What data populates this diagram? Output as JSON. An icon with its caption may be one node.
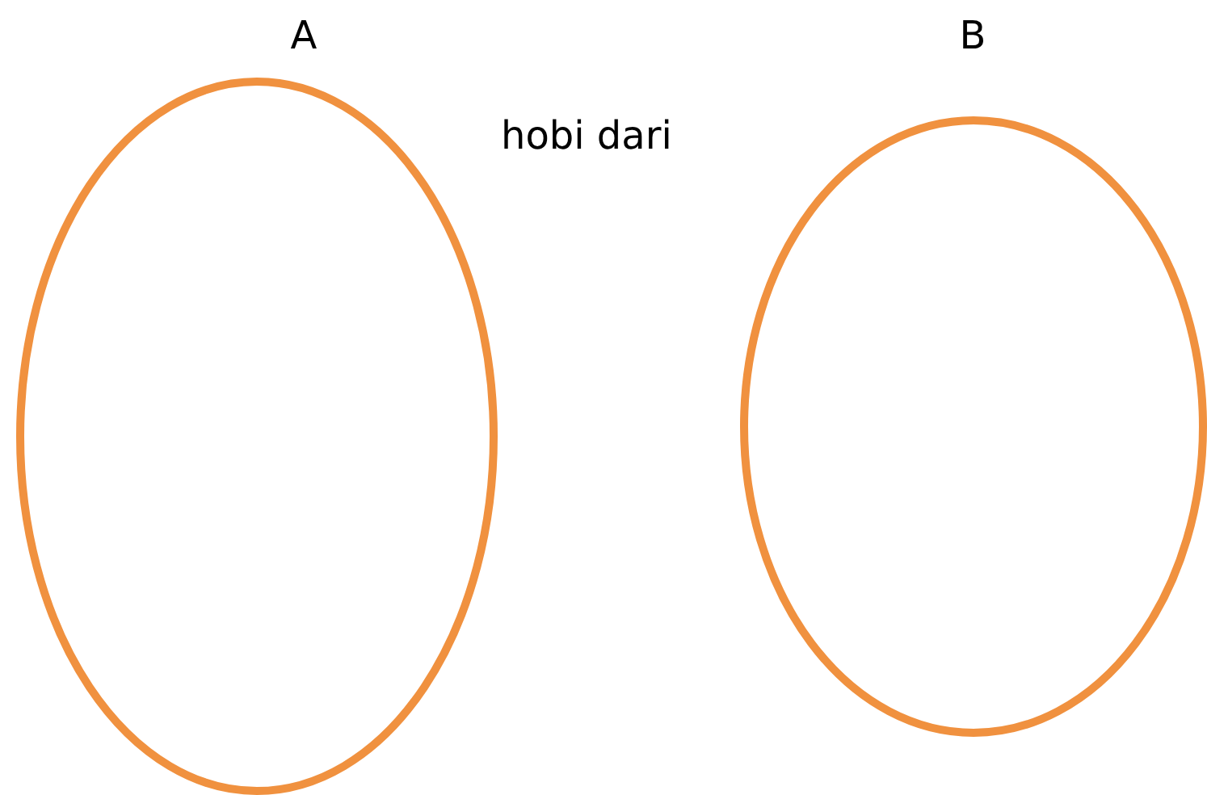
{
  "diagram": {
    "nodes": [
      {
        "text": [
          "A"
        ]
      },
      {
        "text": [
          "B"
        ]
      }
    ],
    "labels": [
      "hobi dari"
    ]
  }
}
